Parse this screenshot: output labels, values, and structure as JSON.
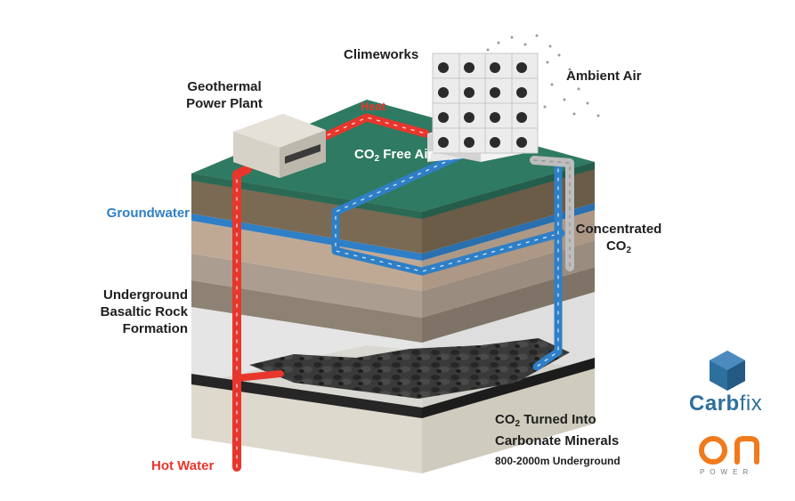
{
  "labels": {
    "geothermal_line1": "Geothermal",
    "geothermal_line2": "Power Plant",
    "climeworks": "Climeworks",
    "ambient_air": "Ambient Air",
    "heat": "Heat",
    "co2_free_air_pre": "CO",
    "co2_free_air_sub": "2",
    "co2_free_air_post": " Free Air",
    "groundwater": "Groundwater",
    "concentrated_line1": "Concentrated",
    "concentrated_co2_pre": "CO",
    "concentrated_co2_sub": "2",
    "rock_line1": "Underground",
    "rock_line2": "Basaltic Rock",
    "rock_line3": "Formation",
    "minerals_pre": "CO",
    "minerals_sub": "2",
    "minerals_post": " Turned Into",
    "minerals_line2": "Carbonate Minerals",
    "depth": "800-2000m Underground",
    "hot_water": "Hot Water"
  },
  "brands": {
    "carbfix_carb": "Carb",
    "carbfix_fix": "fix",
    "on": "on",
    "on_power": "POWER"
  },
  "colors": {
    "hot_pipe": "#e8362c",
    "cold_pipe": "#2f7fc6",
    "co2_pipe": "#bdbdbd",
    "surface": "#2f7a62",
    "groundwater_blue": "#2f7fc6",
    "carbfix_blue": "#2d6f9e",
    "on_orange": "#f07a1c"
  }
}
